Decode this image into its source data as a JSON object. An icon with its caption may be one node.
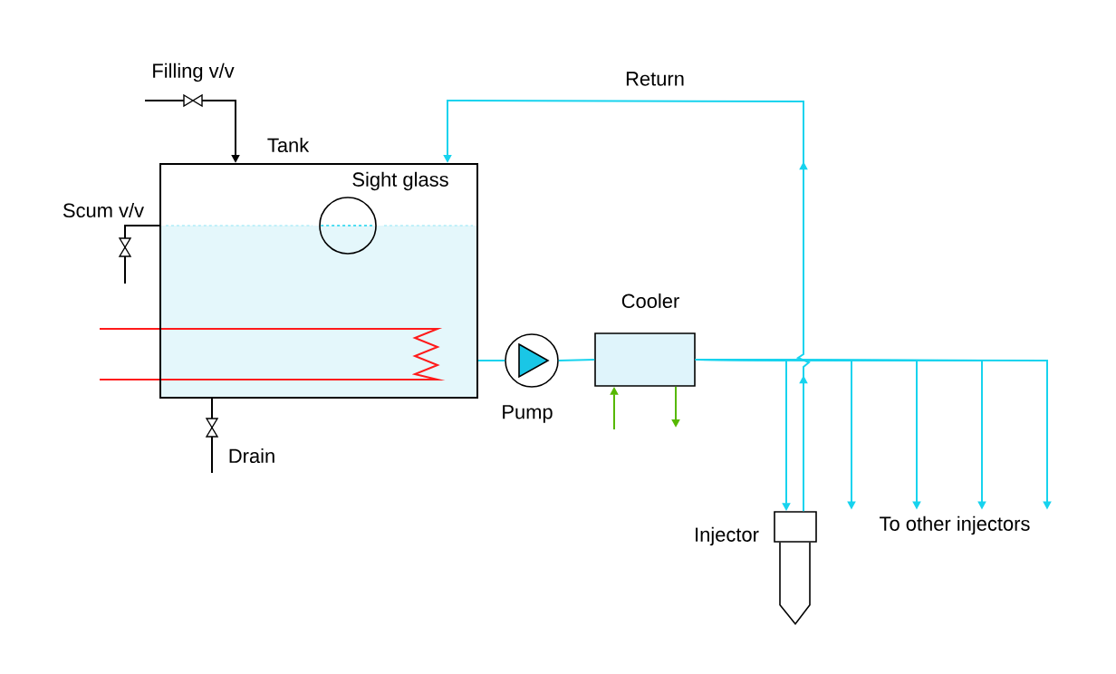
{
  "diagram": {
    "nodes": [
      {
        "text": [
          "Tank"
        ]
      },
      {
        "text": [
          "Sight glass"
        ],
        "in": 0
      },
      {
        "text": [
          "Pump"
        ]
      },
      {
        "text": [
          "Cooler"
        ]
      },
      {
        "text": [
          "Injector"
        ]
      },
      {
        "text": [
          "To other injectors"
        ]
      }
    ],
    "edges": [
      {
        "from": null,
        "to": 0,
        "arrow": "to",
        "color": "#000000"
      },
      {
        "from": 0,
        "to": null,
        "arrow": "none",
        "color": "#000000"
      },
      {
        "from": 0,
        "to": null,
        "arrow": "none",
        "color": "#000000"
      },
      {
        "from": 0,
        "to": 2,
        "arrow": "none"
      },
      {
        "from": 2,
        "to": 3,
        "arrow": "none"
      },
      {
        "from": 3,
        "to": 4,
        "arrow": "to"
      },
      {
        "from": 3,
        "to": 5,
        "arrow": "to"
      },
      {
        "from": 3,
        "to": 5,
        "arrow": "to"
      },
      {
        "from": 3,
        "to": 5,
        "arrow": "to"
      },
      {
        "from": 3,
        "to": 5,
        "arrow": "to"
      },
      {
        "from": 4,
        "to": 0,
        "arrow": "to",
        "label": "Return"
      },
      {
        "from": null,
        "to": 3,
        "arrow": "to",
        "color": "#56b800"
      },
      {
        "from": 3,
        "to": null,
        "arrow": "to",
        "color": "#56b800"
      }
    ],
    "labels": [
      "Filling v/v",
      "Scum v/v",
      "Drain"
    ]
  }
}
